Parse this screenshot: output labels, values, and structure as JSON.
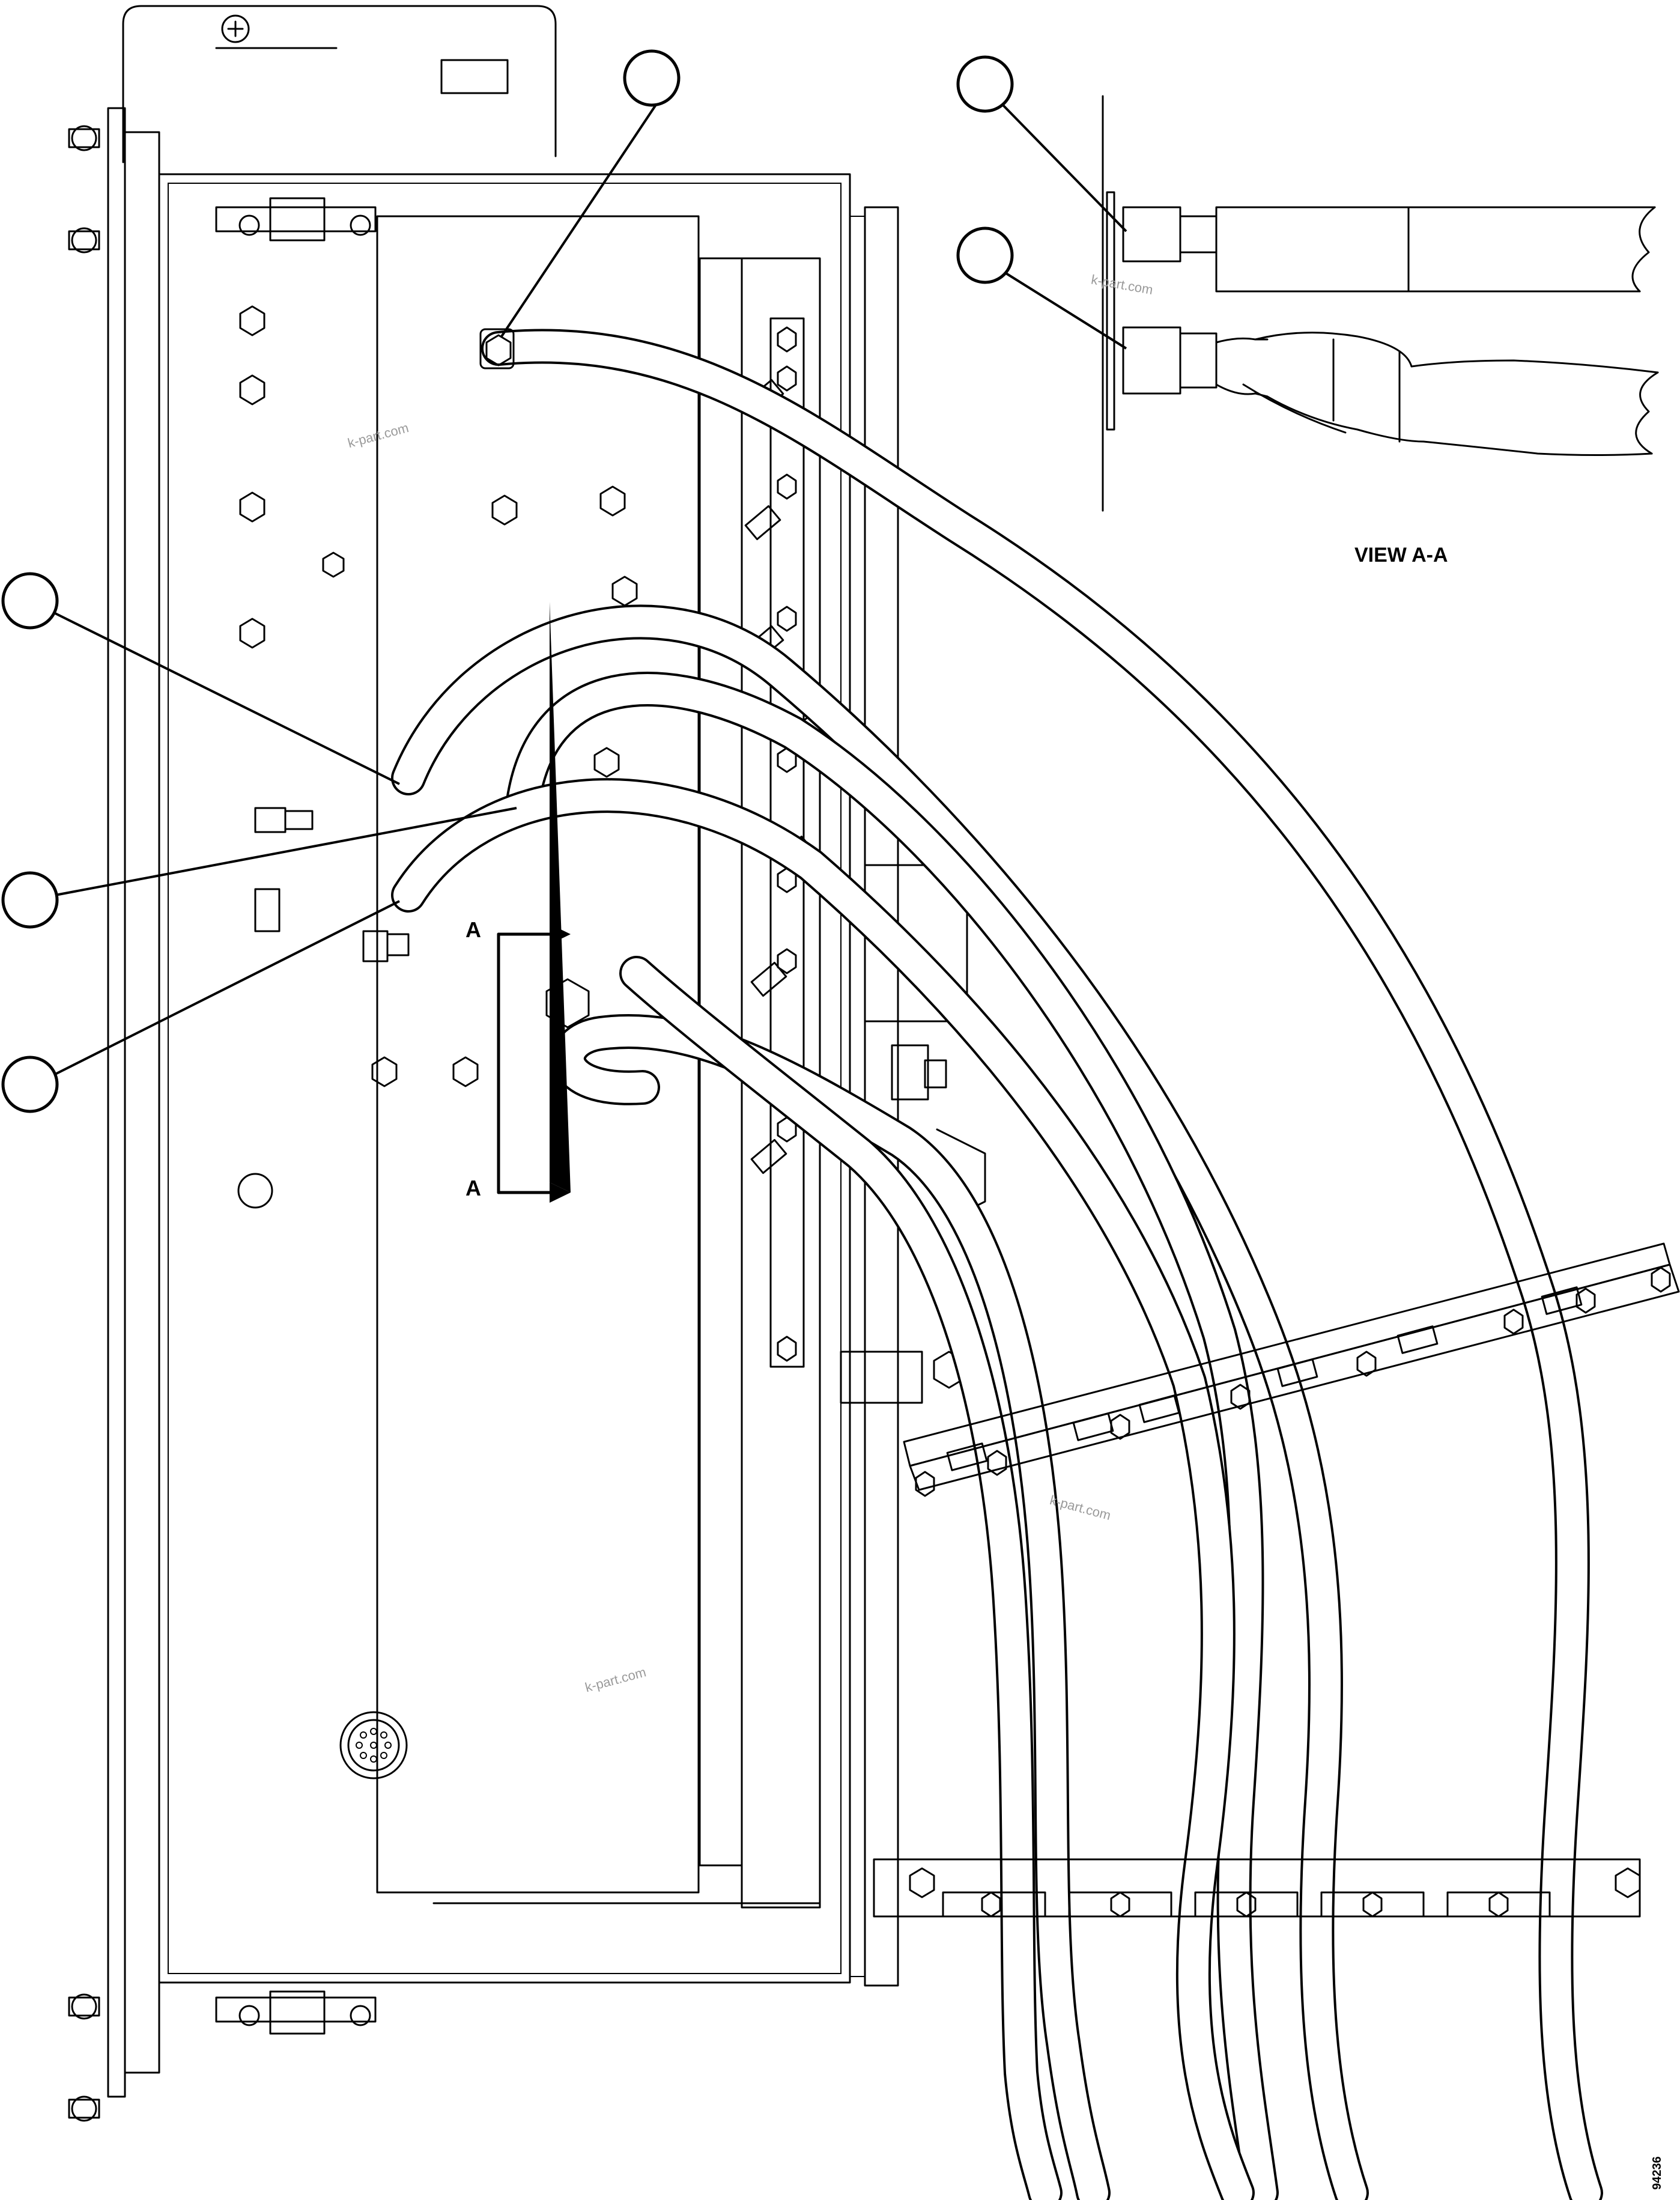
{
  "labels": {
    "section_top": "A",
    "section_bottom": "A",
    "view_title": "VIEW A-A",
    "drawing_code": "94236"
  },
  "watermarks": [
    "k-part.com",
    "k-part.com",
    "k-part.com",
    "k-part.com"
  ],
  "callouts": [
    "",
    "",
    "",
    "",
    "",
    ""
  ],
  "icons": {
    "callout": "callout-circle-icon",
    "section_arrow": "section-arrow-icon",
    "connector": "circular-connector-icon"
  }
}
